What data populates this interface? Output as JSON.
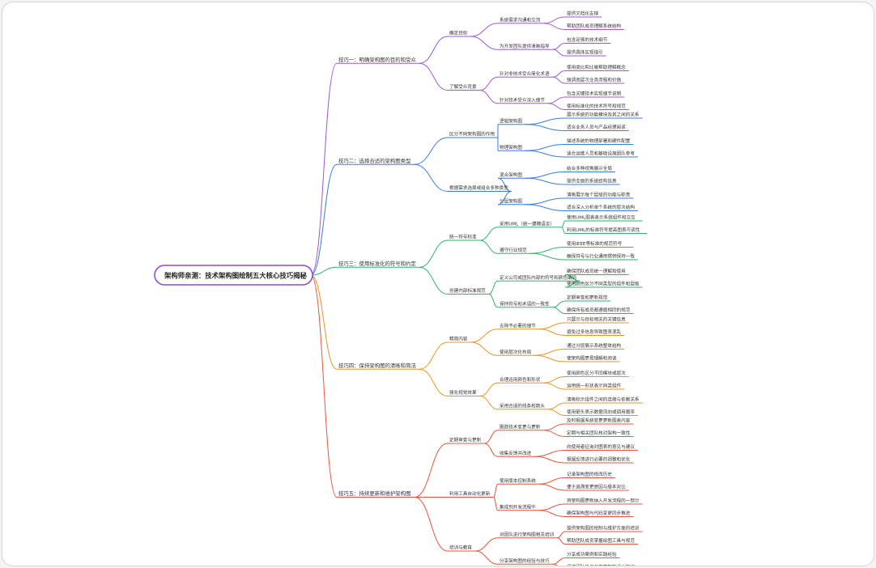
{
  "root": "架构师亲测：技术架构图绘制五大核心技巧揭秘",
  "colors": {
    "root_border": "#8a4fd8",
    "branches": [
      "#9b59d6",
      "#3a7be0",
      "#2fb36b",
      "#e89520",
      "#e8553d"
    ]
  },
  "branches": [
    {
      "label": "技巧一：明确架构图的目的和受众",
      "children": [
        {
          "label": "确定目标",
          "children": [
            {
              "label": "系统需求沟通和交流",
              "children": [
                "提供文档化支撑",
                "帮助团队成员理解系统结构"
              ]
            },
            {
              "label": "为开发团队提供清晰指导",
              "children": [
                "包含足够的技术细节",
                "提供具体实现指引"
              ]
            }
          ]
        },
        {
          "label": "了解受众背景",
          "children": [
            {
              "label": "针对非技术受众简化术语",
              "children": [
                "使用类比和比喻帮助理解概念",
                "强调高层次业务流程和价值"
              ]
            },
            {
              "label": "针对技术受众深入细节",
              "children": [
                "包含关键技术实现细节说明",
                "使用标准化的技术符号和规范"
              ]
            }
          ]
        }
      ]
    },
    {
      "label": "技巧二：选择合适的架构图类型",
      "children": [
        {
          "label": "区分不同架构图的作用",
          "children": [
            {
              "label": "逻辑架构图",
              "children": [
                "展示系统的功能模块及其之间的关系",
                "适合业务人员与产品经理阅读"
              ]
            },
            {
              "label": "物理架构图",
              "children": [
                "描述系统的物理部署和硬件配置",
                "适合运维人员和基础设施团队参考"
              ]
            }
          ]
        },
        {
          "label": "根据需求选择或组合多种类型",
          "children": [
            {
              "label": "混合架构图",
              "children": [
                "结合多种视角展示全局",
                "提供全面的系统结构信息"
              ]
            },
            {
              "label": "分层架构图",
              "children": [
                "清晰展示每个层级的功能与职责",
                "适合深入分析单个系统的层次结构"
              ]
            }
          ]
        }
      ]
    },
    {
      "label": "技巧三：使用标准化的符号和约定",
      "children": [
        {
          "label": "统一符号标准",
          "children": [
            {
              "label": "采用UML（统一建模语言）",
              "children": [
                "使用UML图表表示系统组件和交互",
                "利用UML的标准符号提高图表可读性"
              ]
            },
            {
              "label": "遵守行业规范",
              "children": [
                "使用IEEE等标准的规范符号",
                "确保符号与行业通用惯例保持一致"
              ]
            }
          ]
        },
        {
          "label": "创建内部标准规范",
          "children": [
            {
              "label": "定义公司或团队内部的符号和颜色编码",
              "children": [
                "确保团队成员统一理解和使用",
                "使用颜色区分不同类型的组件和层级"
              ]
            },
            {
              "label": "保持符号和术语的一致性",
              "children": [
                "定期审查和更新规范",
                "确保所有成员都遵循相同的规范"
              ]
            }
          ]
        }
      ]
    },
    {
      "label": "技巧四：保持架构图的清晰和简洁",
      "children": [
        {
          "label": "精简内容",
          "children": [
            {
              "label": "去除不必要的细节",
              "children": [
                "只展示与目标相关的关键信息",
                "避免过多信息导致图表混乱"
              ]
            },
            {
              "label": "使用层次化布局",
              "children": [
                "通过分层展示系统整体结构",
                "使架构图更易理解和阅读"
              ]
            }
          ]
        },
        {
          "label": "强化视觉效果",
          "children": [
            {
              "label": "合理运用颜色和形状",
              "children": [
                "使用颜色区分不同模块或层次",
                "运用统一形状表示同类组件"
              ]
            },
            {
              "label": "采用合适的线条和箭头",
              "children": [
                "清晰标示组件之间的连接与依赖关系",
                "使用箭头表示数据流向或调用顺序"
              ]
            }
          ]
        }
      ]
    },
    {
      "label": "技巧五：持续更新和维护架构图",
      "children": [
        {
          "label": "定期审查与更新",
          "children": [
            {
              "label": "跟踪技术变更与更新",
              "children": [
                "及时根据系统变更更新图表内容",
                "定期与相关团队核对架构一致性"
              ]
            },
            {
              "label": "收集反馈并改进",
              "children": [
                "向使用者征询对图表的意见与建议",
                "根据反馈进行必要的调整和优化"
              ]
            }
          ]
        },
        {
          "label": "利用工具自动化更新",
          "children": [
            {
              "label": "使用版本控制系统",
              "children": [
                "记录架构图的修改历史",
                "便于追溯变更原因与版本对比"
              ]
            },
            {
              "label": "集成到开发流程中",
              "children": [
                "将架构图更新纳入开发流程的一部分",
                "确保架构图与代码变更同步推进"
              ]
            }
          ]
        },
        {
          "label": "培训与教育",
          "children": [
            {
              "label": "对团队进行架构图相关培训",
              "children": [
                "提供架构图的绘制与维护方面的培训",
                "帮助团队成员掌握绘图工具与规范"
              ]
            },
            {
              "label": "分享架构图的经验与技巧",
              "children": [
                "分享成功案例和实践经验",
                "促进团队协作与共享架构设计知识"
              ]
            }
          ]
        }
      ]
    }
  ]
}
